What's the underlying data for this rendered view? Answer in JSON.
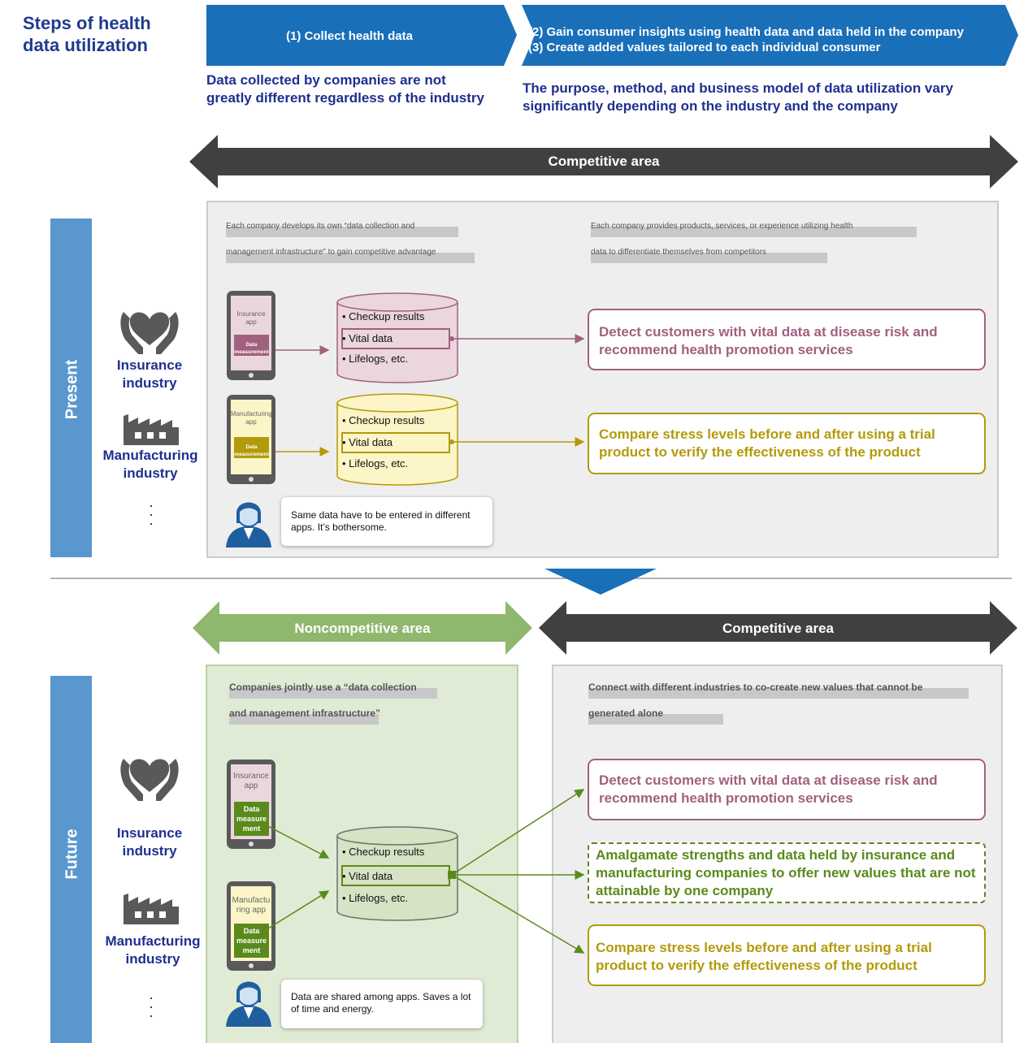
{
  "title": "Steps of health data utilization",
  "steps": {
    "step1": "(1) Collect health data",
    "step2": "(2) Gain consumer insights using health data and data held in the company",
    "step3": "(3) Create added values tailored to each individual consumer"
  },
  "notes": {
    "left": "Data collected by companies are not greatly different regardless of the industry",
    "right": "The purpose, method, and business model of data utilization vary significantly depending on the industry and the company"
  },
  "areas": {
    "competitive": "Competitive area",
    "noncompetitive": "Noncompetitive area"
  },
  "present": {
    "label": "Present",
    "header_left": [
      "Each company develops its own “data collection and",
      "management infrastructure” to gain competitive advantage"
    ],
    "header_right": [
      "Each company provides products, services, or experience utilizing health",
      "data to differentiate themselves from competitors"
    ],
    "insurance": {
      "industry": "Insurance industry",
      "app": "Insurance app",
      "button": "Data measurement",
      "db": [
        "• Checkup results",
        "• Vital data",
        "• Lifelogs, etc."
      ],
      "result": "Detect customers with vital data at disease risk and recommend health promotion services"
    },
    "manufacturing": {
      "industry": "Manufacturing industry",
      "app": "Manufacturing app",
      "button": "Data measurement",
      "db": [
        "• Checkup results",
        "• Vital data",
        "• Lifelogs, etc."
      ],
      "result": "Compare stress levels before and after using a trial product to verify the effectiveness of the product"
    },
    "more": "· · ·",
    "bubble": "Same data have to be entered in different apps. It’s bothersome."
  },
  "future": {
    "label": "Future",
    "header_left": [
      "Companies jointly use a “data collection",
      "and management infrastructure”"
    ],
    "header_right": [
      "Connect with different industries to co-create new values that cannot be",
      "generated alone"
    ],
    "insurance": {
      "industry": "Insurance industry",
      "app": "Insurance app",
      "button": "Data measure ment"
    },
    "manufacturing": {
      "industry": "Manufacturing industry",
      "app": "Manufactu ring app",
      "button": "Data measure ment"
    },
    "db": [
      "• Checkup results",
      "• Vital data",
      "• Lifelogs, etc."
    ],
    "results": [
      "Detect customers with vital data at disease risk and recommend health promotion services",
      "Amalgamate strengths and data held by insurance and manufacturing companies to offer new values that are not attainable by one company",
      "Compare stress levels before and after using a trial product to verify the effectiveness of the product"
    ],
    "more": "· · ·",
    "bubble": "Data are shared among apps. Saves a lot of time and energy."
  },
  "colors": {
    "navy": "#1f2f8f",
    "blue": "#1a6fb9",
    "sideblue": "#5b97cf",
    "gray_dark": "#404040",
    "green_arrow": "#8fb86e",
    "insurance": "#a2607f",
    "manufacturing": "#b39a0a",
    "future_green": "#5a8a1c"
  },
  "icons": [
    "heart-hands-icon",
    "factory-icon",
    "person-icon"
  ]
}
